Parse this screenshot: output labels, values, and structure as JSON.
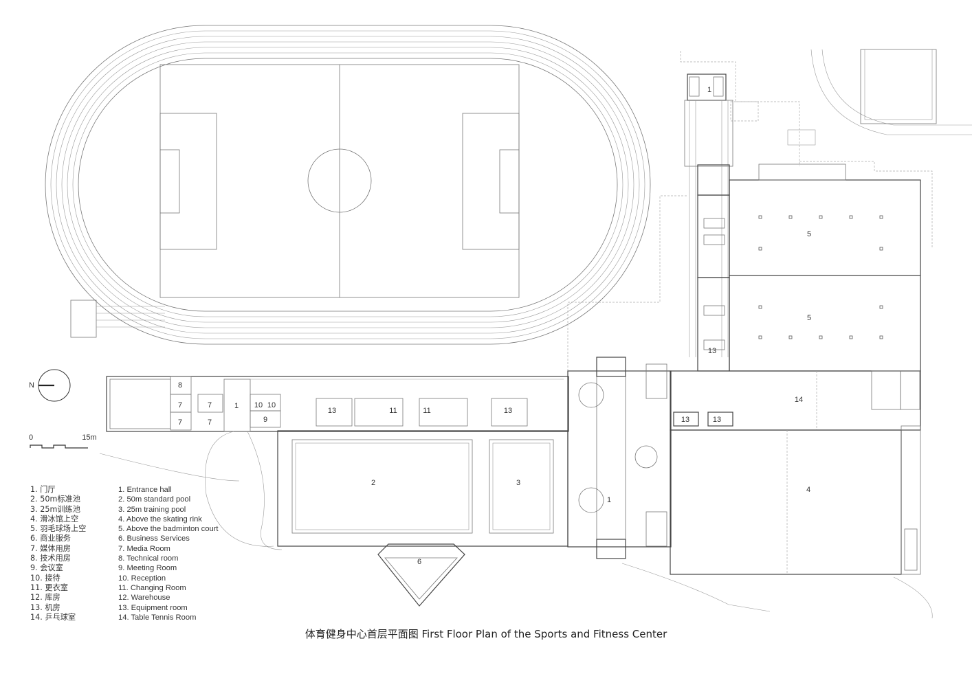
{
  "caption": "体育健身中心首层平面图 First Floor Plan of the Sports and Fitness Center",
  "north_label": "N",
  "scale": {
    "start": "0",
    "end": "15m"
  },
  "legend_cn": [
    "1. 门厅",
    "2. 50m标准池",
    "3. 25m训练池",
    "4. 滑冰馆上空",
    "5. 羽毛球场上空",
    "6. 商业服务",
    "7. 媒体用房",
    "8. 技术用房",
    "9. 会议室",
    "10. 接待",
    "11. 更衣室",
    "12. 库房",
    "13. 机房",
    "14. 乒乓球室"
  ],
  "legend_en": [
    "1. Entrance hall",
    "2. 50m standard pool",
    "3. 25m training pool",
    "4. Above the skating rink",
    "5. Above the badminton court",
    "6. Business Services",
    "7. Media Room",
    "8. Technical room",
    "9. Meeting Room",
    "10. Reception",
    "11. Changing Room",
    "12. Warehouse",
    "13. Equipment room",
    "14. Table Tennis Room"
  ],
  "room_labels": {
    "pool_50m": "2",
    "pool_25m": "3",
    "skating": "4",
    "badminton_a": "5",
    "badminton_b": "5",
    "commercial": "6",
    "entrance_main": "1",
    "entrance_west": "1",
    "entrance_north": "1",
    "tech": "8",
    "media_a": "7",
    "media_b": "7",
    "media_c": "7",
    "media_d": "7",
    "meeting": "9",
    "reception_a": "10",
    "reception_b": "10",
    "changing_a": "11",
    "changing_b": "11",
    "equip_a": "13",
    "equip_b": "13",
    "equip_c": "13",
    "equip_d": "13",
    "equip_e": "13",
    "table_tennis": "14"
  }
}
